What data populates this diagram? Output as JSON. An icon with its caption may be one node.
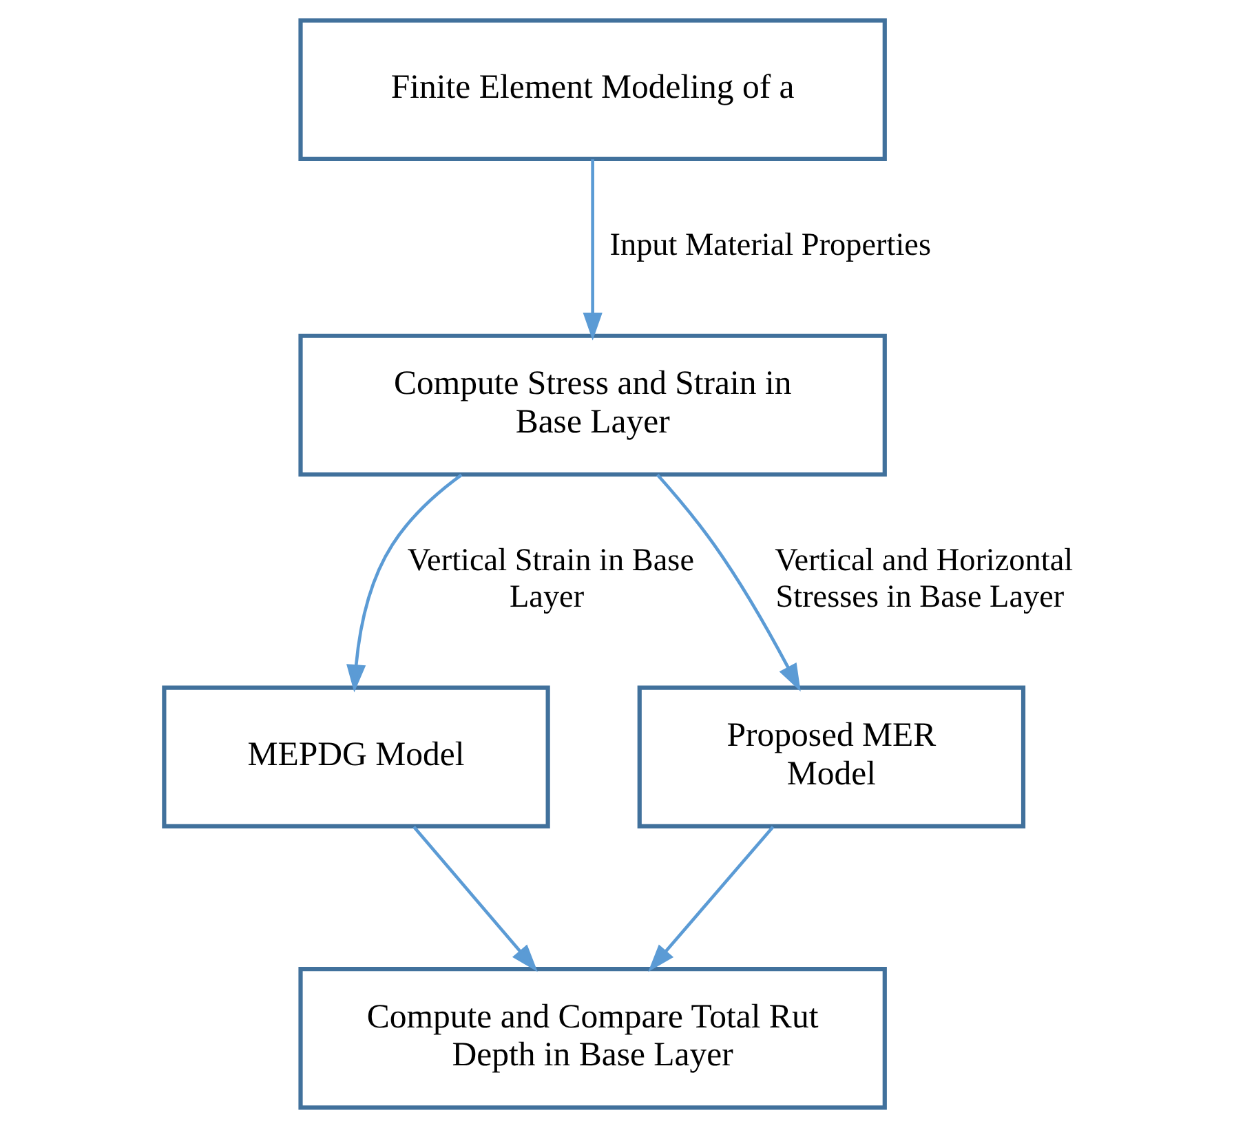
{
  "diagram": {
    "nodes": [
      {
        "text": [
          "Finite Element Modeling of a"
        ]
      },
      {
        "text": [
          "Compute Stress and Strain in Base Layer"
        ]
      },
      {
        "text": [
          "MEPDG Model"
        ]
      },
      {
        "text": [
          "Proposed MER Model"
        ]
      },
      {
        "text": [
          "Compute and Compare Total Rut Depth in Base Layer"
        ]
      }
    ],
    "edges": [
      {
        "from": 0,
        "to": 1,
        "arrow": "to",
        "label": "Input Material Properties"
      },
      {
        "from": 1,
        "to": 2,
        "arrow": "to",
        "label": "Vertical Strain in Base Layer"
      },
      {
        "from": 1,
        "to": 3,
        "arrow": "to",
        "label": "Vertical and Horizontal Stresses in Base Layer"
      },
      {
        "from": 2,
        "to": 4,
        "arrow": "to"
      },
      {
        "from": 3,
        "to": 4,
        "arrow": "to"
      }
    ]
  }
}
